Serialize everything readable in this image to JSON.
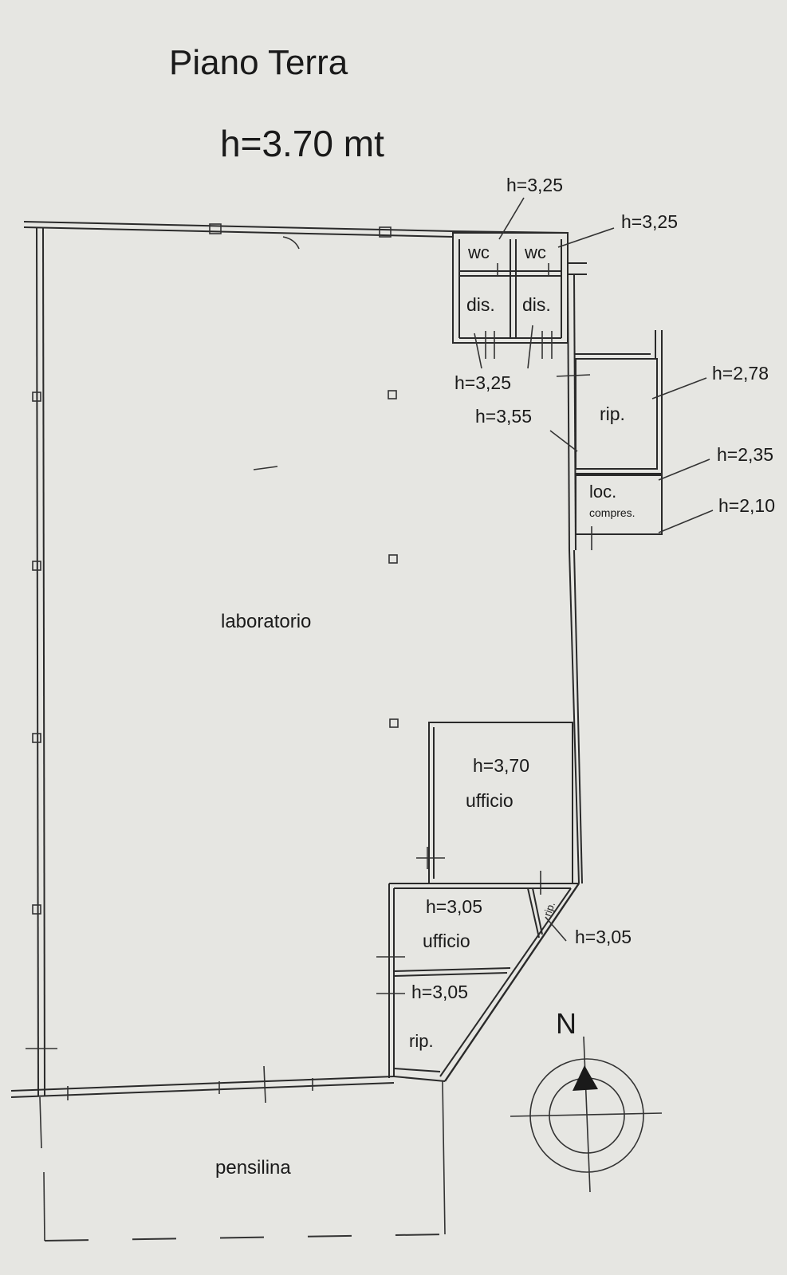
{
  "title": "Piano Terra",
  "main_height": "h=3.70 mt",
  "rooms": {
    "laboratorio": "laboratorio",
    "wc": "wc",
    "dis": "dis.",
    "rip": "rip.",
    "loc": "loc.",
    "compres": "compres.",
    "ufficio": "ufficio",
    "rip_small": "rip.",
    "pensilina": "pensilina"
  },
  "heights": {
    "wc_left": "h=3,25",
    "wc_right": "h=3,25",
    "dis": "h=3,25",
    "corridor": "h=3,55",
    "rip": "h=2,78",
    "loc_upper": "h=2,35",
    "loc_lower": "h=2,10",
    "ufficio_large": "h=3,70",
    "ufficio_small": "h=3,05",
    "rip_small": "h=3,05",
    "rip_bottom": "h=3,05"
  },
  "north": "N",
  "colors": {
    "background": "#e6e6e2",
    "ink": "#2a2a2a"
  }
}
